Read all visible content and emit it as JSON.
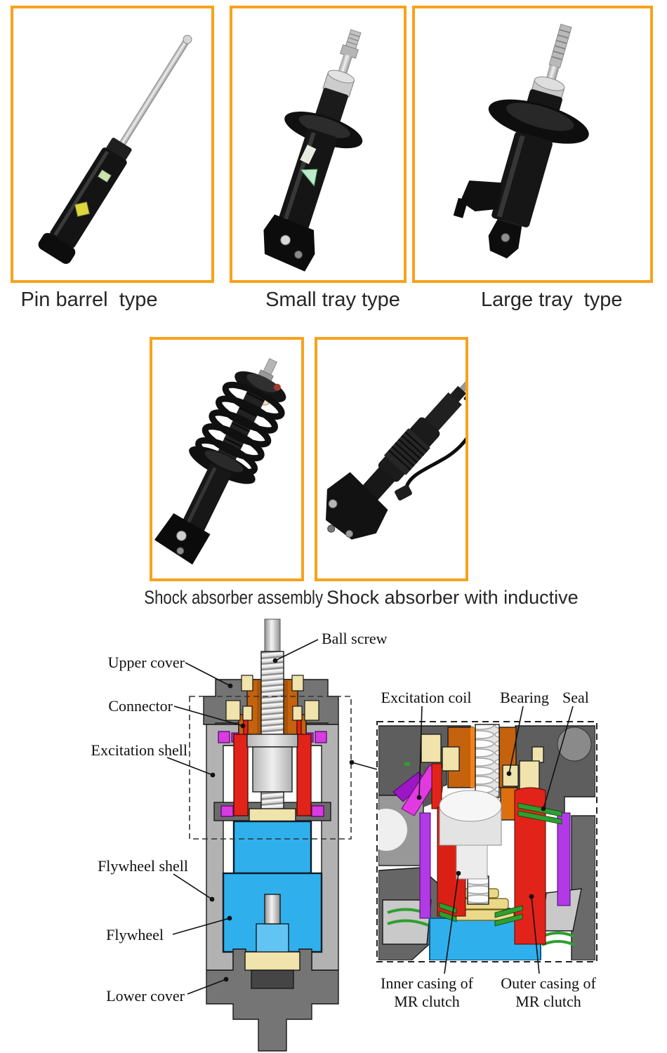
{
  "figure": {
    "top_row": [
      {
        "caption": "Pin barrel  type"
      },
      {
        "caption": "Small tray type"
      },
      {
        "caption": "Large tray  type"
      }
    ],
    "middle_row": [
      {
        "caption": "Shock absorber assembly"
      },
      {
        "caption": "Shock absorber with inductive"
      }
    ],
    "diagram_labels": {
      "ball_screw": "Ball screw",
      "upper_cover": "Upper cover",
      "connector": "Connector",
      "excitation_shell": "Excitation shell",
      "flywheel_shell": "Flywheel shell",
      "flywheel": "Flywheel",
      "lower_cover": "Lower cover",
      "excitation_coil": "Excitation coil",
      "bearing": "Bearing",
      "seal": "Seal",
      "inner_casing_line1": "Inner casing of",
      "inner_casing_line2": "MR clutch",
      "outer_casing_line1": "Outer casing of",
      "outer_casing_line2": "MR clutch"
    },
    "colors": {
      "box_border": "#f7a21c",
      "caption_text": "#262626",
      "label_text": "#101010",
      "cover_gray": "#747474",
      "shell_gray": "#b2b2b2",
      "inner_gray": "#6b6b6b",
      "connector_orange": "#c4620e",
      "casing_red": "#e2231a",
      "flywheel_blue": "#2fb0ec",
      "bearing_yellow": "#f0e3ab",
      "coil_magenta": "#d93ae2",
      "seal_green": "#2f9e2f",
      "screw_silver": "#d9d9d9"
    }
  }
}
